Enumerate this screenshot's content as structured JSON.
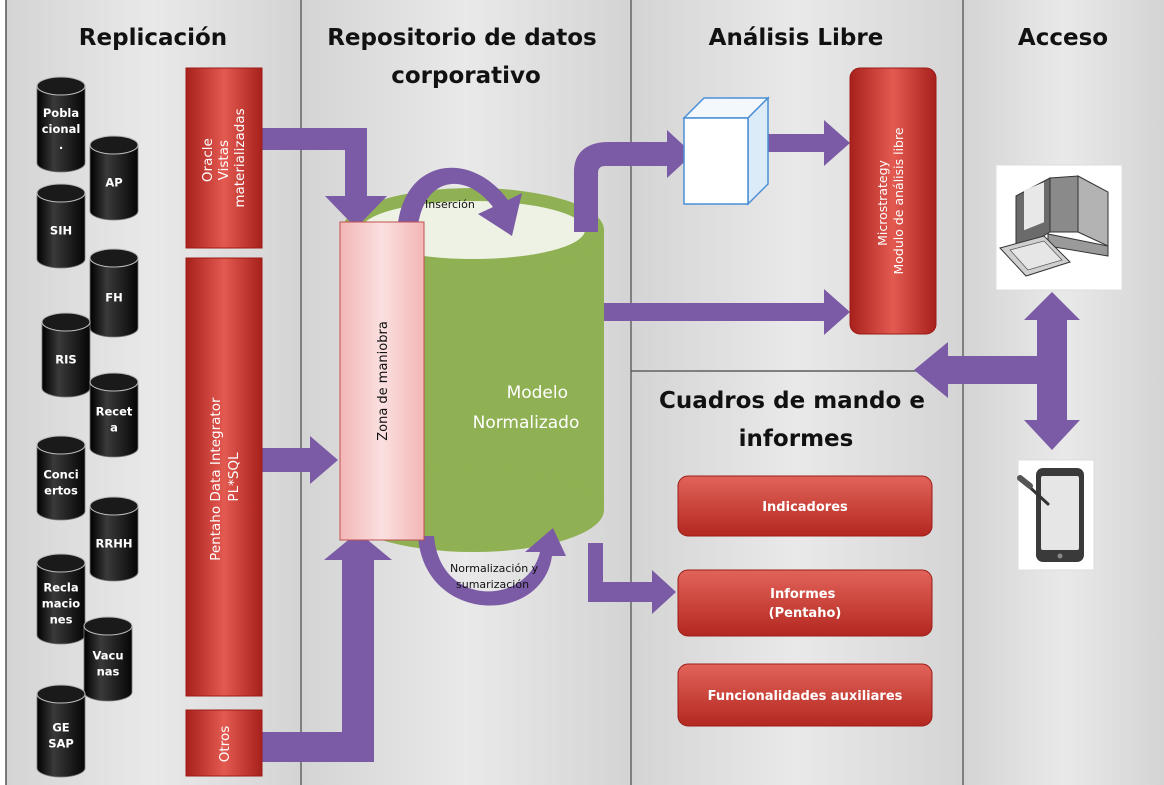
{
  "columns": [
    {
      "title": "Replicación"
    },
    {
      "title_lines": [
        "Repositorio de datos",
        "corporativo"
      ]
    },
    {
      "title": "Análisis Libre"
    },
    {
      "title": "Acceso"
    }
  ],
  "dashboard_title_lines": [
    "Cuadros de mando e",
    "informes"
  ],
  "sources": [
    {
      "lines": [
        "Pobla",
        "cional",
        "."
      ]
    },
    {
      "lines": [
        "AP"
      ]
    },
    {
      "lines": [
        "SIH"
      ]
    },
    {
      "lines": [
        "FH"
      ]
    },
    {
      "lines": [
        "RIS"
      ]
    },
    {
      "lines": [
        "Recet",
        "a"
      ]
    },
    {
      "lines": [
        "Conci",
        "ertos"
      ]
    },
    {
      "lines": [
        "RRHH"
      ]
    },
    {
      "lines": [
        "Recla",
        "macio",
        "nes"
      ]
    },
    {
      "lines": [
        "Vacu",
        "nas"
      ]
    },
    {
      "lines": [
        "GE",
        "SAP"
      ]
    }
  ],
  "replication_bars": {
    "oracle": [
      "Oracle",
      "Vistas",
      "materializadas"
    ],
    "pentaho": [
      "Pentaho Data Integrator",
      "PL*SQL"
    ],
    "otros": "Otros"
  },
  "repository": {
    "staging_zone": "Zona de maniobra",
    "model_lines": [
      "Modelo",
      "Normalizado"
    ],
    "insertion": "Inserción",
    "normalization_lines": [
      "Normalización y",
      "sumarización"
    ]
  },
  "microstrategy": [
    "Microstrategy",
    "Modulo de análisis libre"
  ],
  "dashboard_buttons": [
    {
      "lines": [
        "Indicadores"
      ]
    },
    {
      "lines": [
        "Informes",
        "(Pentaho)"
      ]
    },
    {
      "lines": [
        "Funcionalidades auxiliares"
      ]
    }
  ],
  "access_icons": [
    "computer-icon",
    "tablet-icon"
  ],
  "colors": {
    "red": "#c0392b",
    "green": "#8fb153",
    "purple": "#7b5aa6",
    "zone_pink": "#f7c8c8",
    "cube_blue": "#6aa8e0"
  }
}
